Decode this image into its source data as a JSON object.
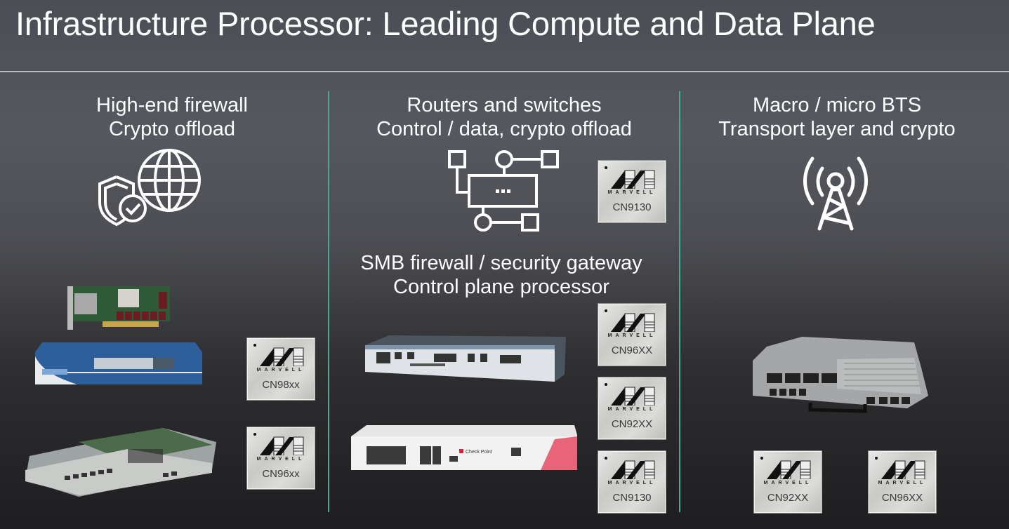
{
  "slide": {
    "title": "Infrastructure Processor: Leading Compute and Data Plane",
    "accent_color": "#48a891"
  },
  "columns": [
    {
      "heading_line1": "High-end firewall",
      "heading_line2": "Crypto offload",
      "icon": "shield-globe-icon",
      "devices": [
        "smartnic-pcie-card",
        "palo-alto-firewall-appliance",
        "firewall-service-module-blade"
      ],
      "chips": [
        {
          "brand": "MARVELL",
          "model": "CN98xx"
        },
        {
          "brand": "MARVELL",
          "model": "CN96xx"
        }
      ]
    },
    {
      "heading_line1": "Routers and switches",
      "heading_line2": "Control / data, crypto offload",
      "icon": "network-topology-icon",
      "chips_top": [
        {
          "brand": "MARVELL",
          "model": "CN9130"
        }
      ],
      "sub_heading_line1": "SMB firewall / security gateway",
      "sub_heading_line2": "Control plane processor",
      "devices": [
        "cisco-router-appliance",
        "check-point-security-gateway"
      ],
      "device_labels": {
        "checkpoint_brand": "Check Point"
      },
      "chips": [
        {
          "brand": "MARVELL",
          "model": "CN96XX"
        },
        {
          "brand": "MARVELL",
          "model": "CN92XX"
        },
        {
          "brand": "MARVELL",
          "model": "CN9130"
        }
      ]
    },
    {
      "heading_line1": "Macro / micro BTS",
      "heading_line2": "Transport layer and crypto",
      "icon": "cell-tower-icon",
      "devices": [
        "baseband-unit-module"
      ],
      "chips": [
        {
          "brand": "MARVELL",
          "model": "CN92XX"
        },
        {
          "brand": "MARVELL",
          "model": "CN96XX"
        }
      ]
    }
  ]
}
